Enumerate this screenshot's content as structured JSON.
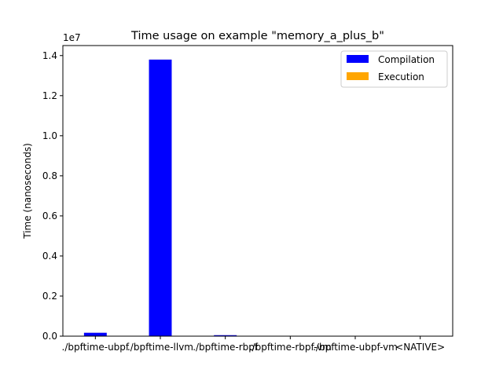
{
  "chart_data": {
    "type": "bar",
    "title": "Time usage on example \"memory_a_plus_b\"",
    "xlabel": "",
    "ylabel": "Time (nanoseconds)",
    "offset_label": "1e7",
    "ylim": [
      0,
      14500000
    ],
    "yticks": [
      0,
      2000000,
      4000000,
      6000000,
      8000000,
      10000000,
      12000000,
      14000000
    ],
    "ytick_labels": [
      "0.0",
      "0.2",
      "0.4",
      "0.6",
      "0.8",
      "1.0",
      "1.2",
      "1.4"
    ],
    "categories": [
      "./bpftime-ubpf",
      "./bpftime-llvm",
      "./bpftime-rbpf",
      "./bpftime-rbpf-vm",
      "./bpftime-ubpf-vm",
      "<NATIVE>"
    ],
    "grid": false,
    "legend_position": "upper right",
    "series": [
      {
        "name": "Compilation",
        "color": "#0000ff",
        "values": [
          170000,
          13800000,
          50000,
          0,
          0,
          0
        ]
      },
      {
        "name": "Execution",
        "color": "#ffa500",
        "values": [
          2000,
          2000,
          2000,
          2000,
          2000,
          2000
        ]
      }
    ]
  }
}
